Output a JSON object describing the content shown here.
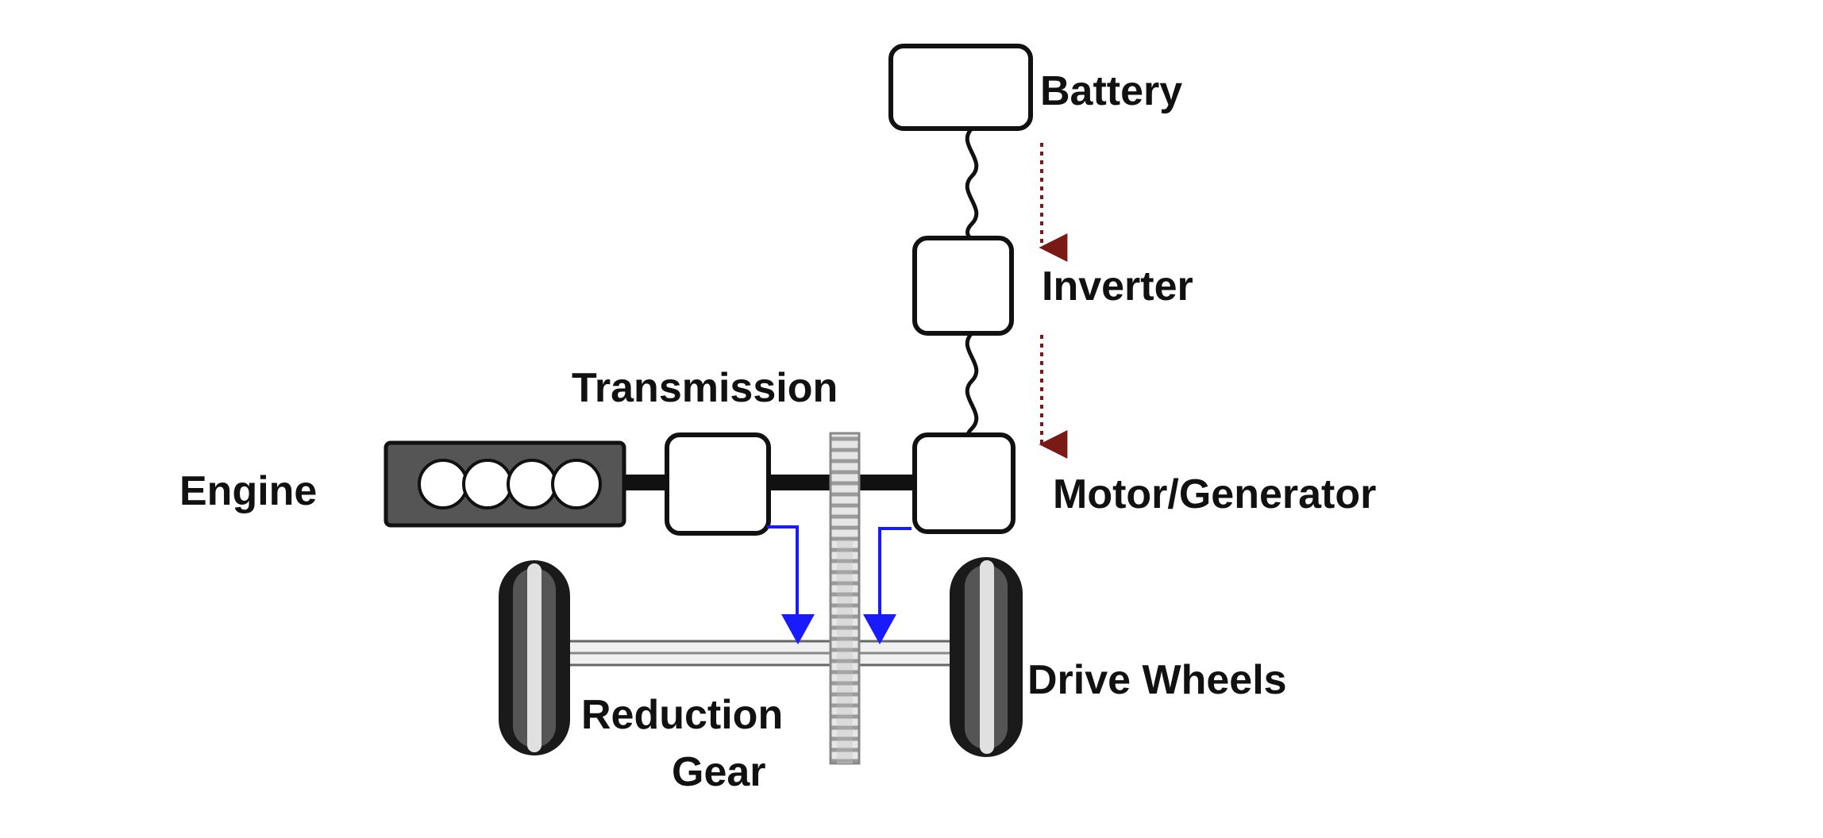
{
  "labels": {
    "battery": "Battery",
    "inverter": "Inverter",
    "transmission": "Transmission",
    "engine": "Engine",
    "motor_generator": "Motor/Generator",
    "drive_wheels": "Drive Wheels",
    "reduction_gear_line1": "Reduction",
    "reduction_gear_line2": "Gear"
  },
  "colors": {
    "component_stroke": "#111111",
    "electric_flow_arrow": "#7a1a16",
    "mechanical_flow_arrow": "#1a1aff",
    "engine_block": "#555555",
    "tire": "#1a1a1a"
  },
  "icons": [
    "engine-cylinders-icon",
    "wheel-icon",
    "gear-icon",
    "flow-arrow-icon"
  ]
}
